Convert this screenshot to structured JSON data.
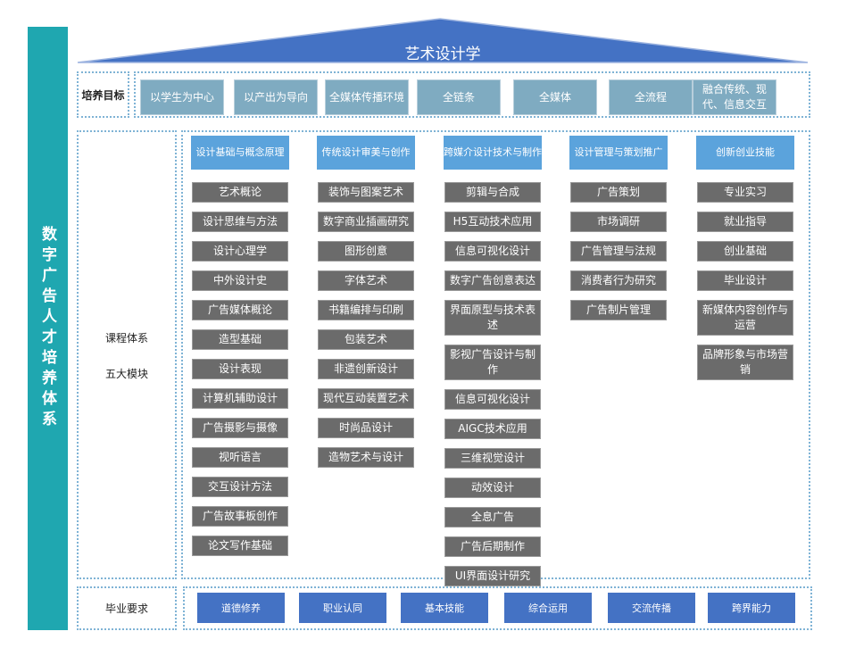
{
  "sidebar_title": "数字广告人才培养体系",
  "title": "艺术设计学",
  "colors": {
    "sidebar": "#1fa7b0",
    "roof": "#4472c4",
    "goal": "#7fabc1",
    "module": "#5ba3dc",
    "course": "#6b6b6b",
    "requirement": "#4472c4"
  },
  "goals": {
    "label": "培养目标",
    "items": [
      "以学生为中心",
      "以产出为导向",
      "全媒体传播环境",
      "全链条",
      "全媒体",
      "全流程",
      "融合传统、现代、信息交互"
    ]
  },
  "curriculum": {
    "label1": "课程体系",
    "label2": "五大模块",
    "modules": [
      {
        "title": "设计基础与概念原理",
        "courses": [
          "艺术概论",
          "设计思维与方法",
          "设计心理学",
          "中外设计史",
          "广告媒体概论",
          "造型基础",
          "设计表现",
          "计算机辅助设计",
          "广告摄影与摄像",
          "视听语言",
          "交互设计方法",
          "广告故事板创作",
          "论文写作基础"
        ]
      },
      {
        "title": "传统设计审美与创作",
        "courses": [
          "装饰与图案艺术",
          "数字商业插画研究",
          "图形创意",
          "字体艺术",
          "书籍编排与印刷",
          "包装艺术",
          "非遗创新设计",
          "现代互动装置艺术",
          "时尚品设计",
          "造物艺术与设计"
        ]
      },
      {
        "title": "跨媒介设计技术与制作",
        "courses": [
          "剪辑与合成",
          "H5互动技术应用",
          "信息可视化设计",
          "数字广告创意表达",
          "界面原型与技术表述",
          "影视广告设计与制作",
          "信息可视化设计",
          "AIGC技术应用",
          "三维视觉设计",
          "动效设计",
          "全息广告",
          "广告后期制作",
          "UI界面设计研究"
        ]
      },
      {
        "title": "设计管理与策划推广",
        "courses": [
          "广告策划",
          "市场调研",
          "广告管理与法规",
          "消费者行为研究",
          "广告制片管理"
        ]
      },
      {
        "title": "创新创业技能",
        "courses": [
          "专业实习",
          "就业指导",
          "创业基础",
          "毕业设计",
          "新媒体内容创作与运营",
          "品牌形象与市场营销"
        ]
      }
    ]
  },
  "graduation": {
    "label": "毕业要求",
    "items": [
      "道德修养",
      "职业认同",
      "基本技能",
      "综合运用",
      "交流传播",
      "跨界能力"
    ]
  }
}
